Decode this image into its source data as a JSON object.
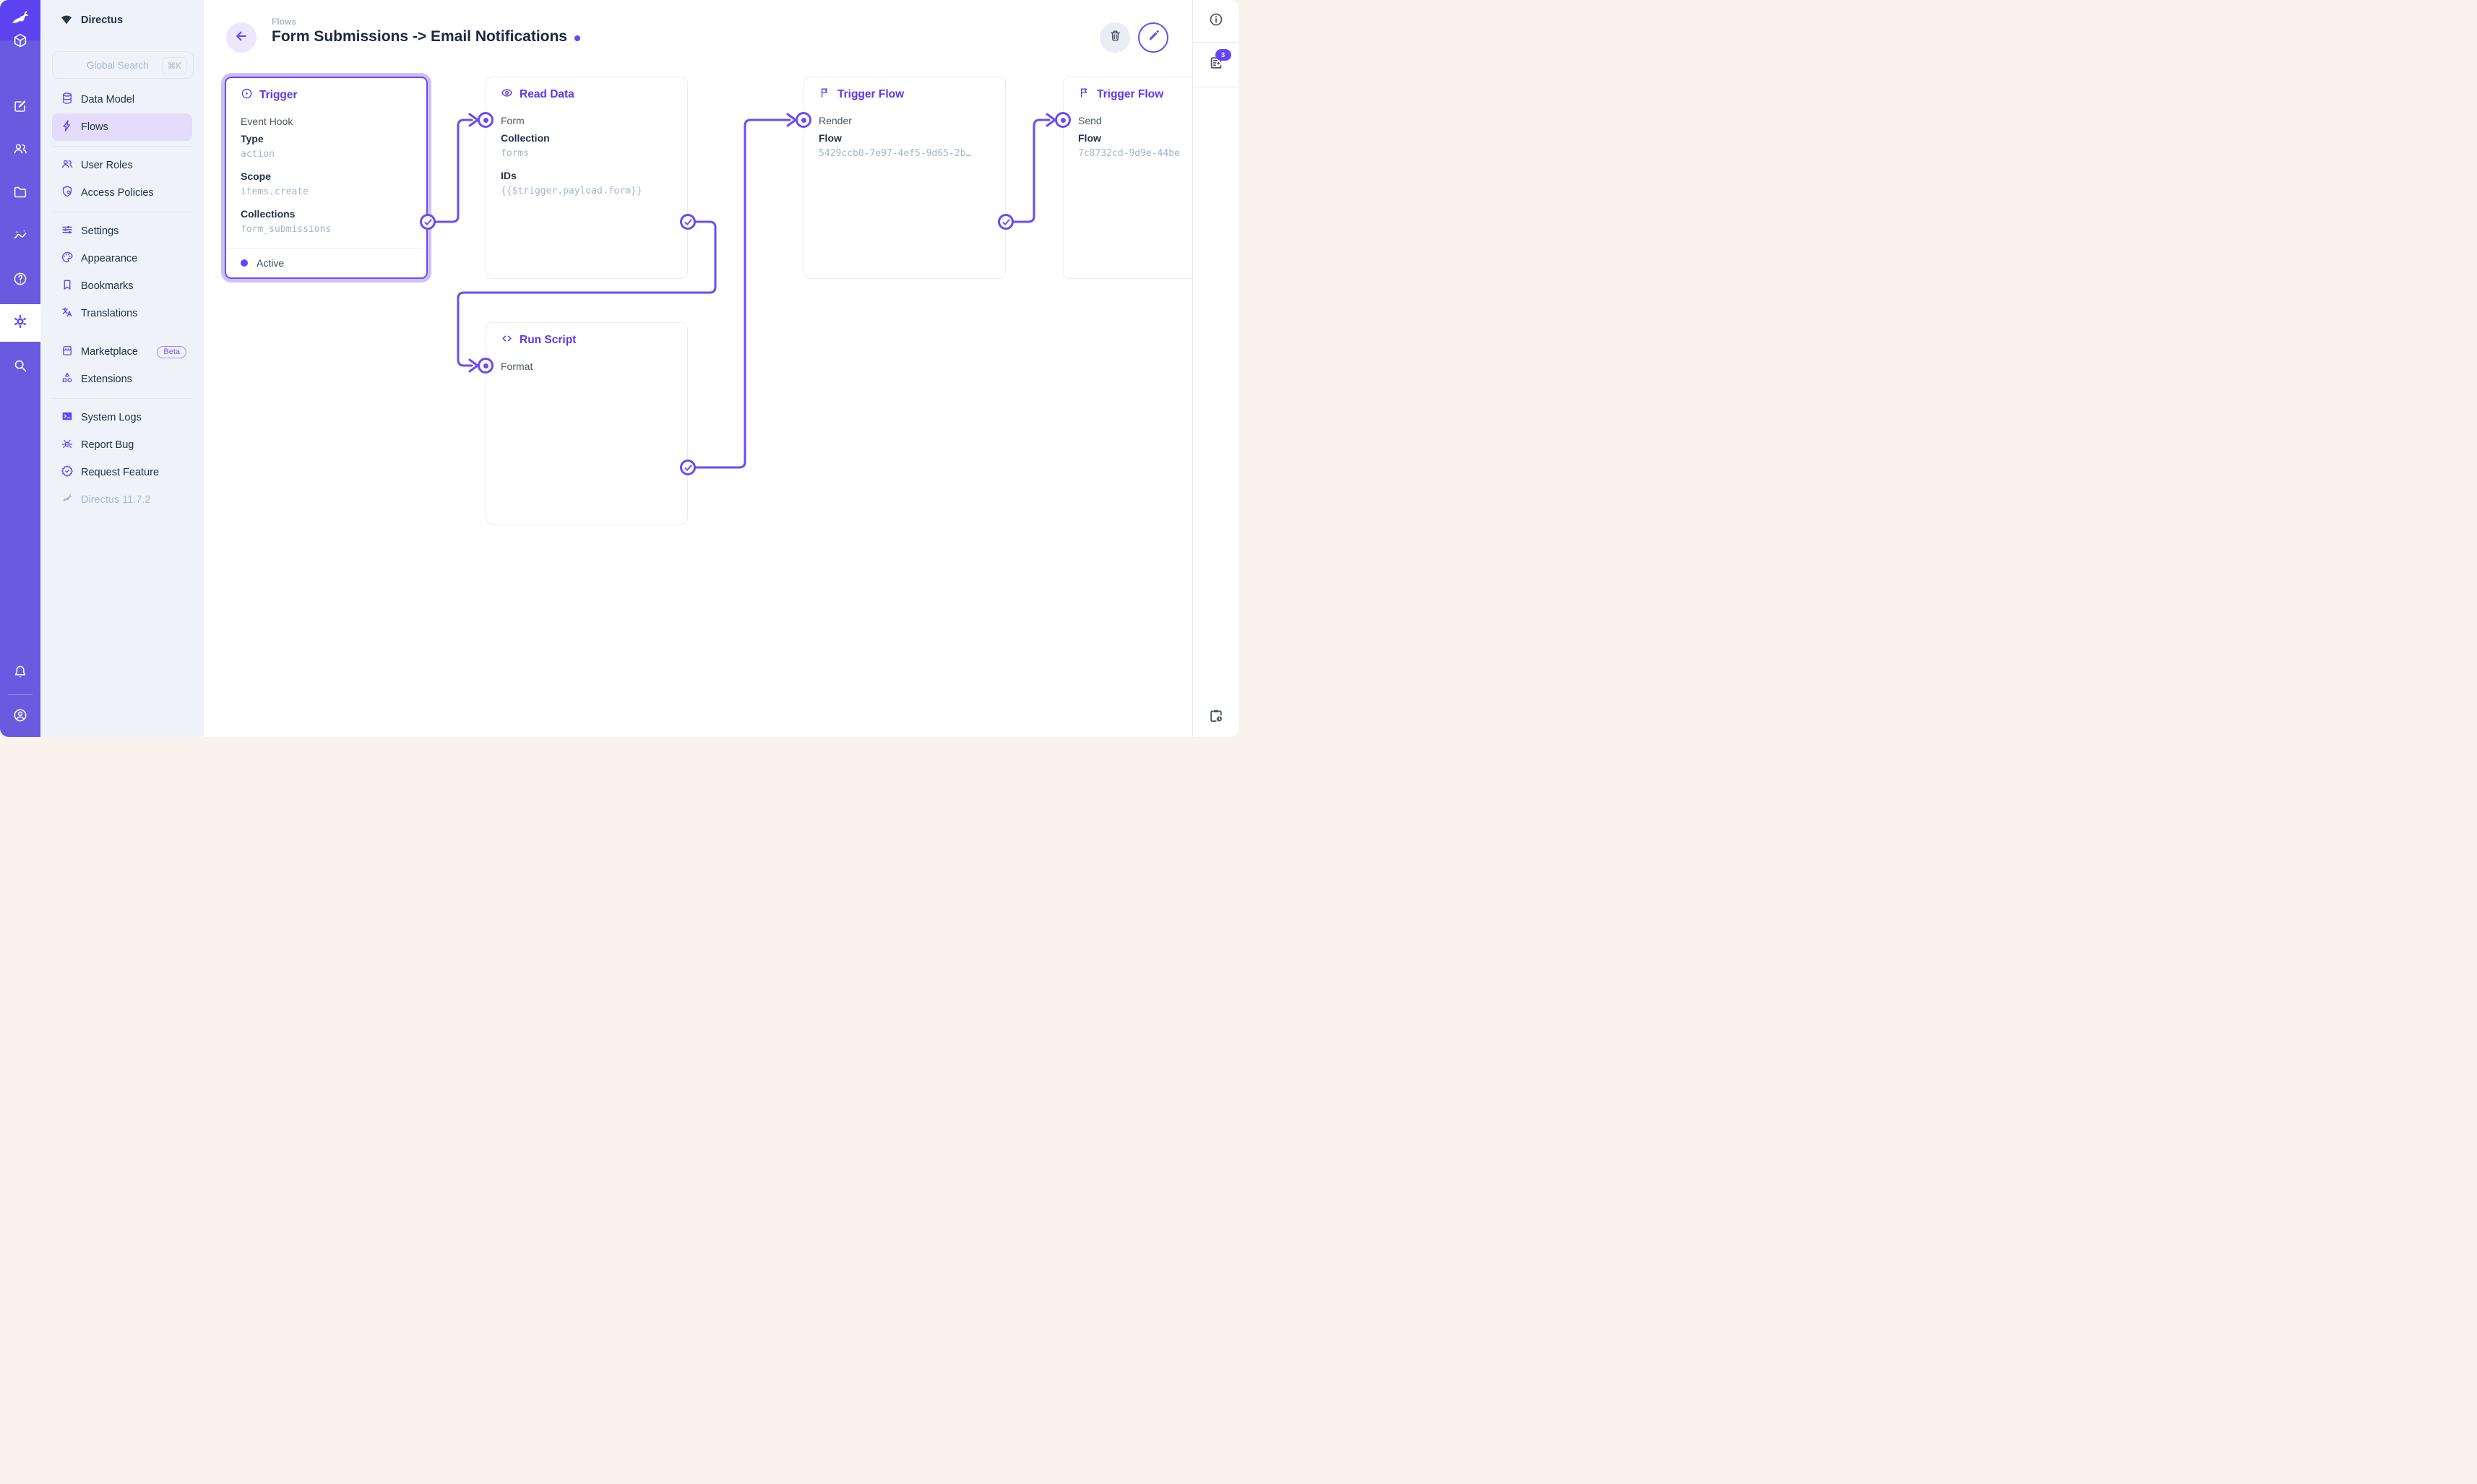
{
  "colors": {
    "accent": "#6644ff",
    "module_bar": "#6a5ae0",
    "logo_bg": "#5d43f0",
    "selection": "#6c4bf5",
    "sidebar_bg": "#eff3f9",
    "active_pill": "#e4dcfb",
    "page_bg": "#f8f3ec"
  },
  "module_bar": {
    "modules": [
      "directus-rabbit-logo",
      "content-cube",
      "editor-compose",
      "users",
      "files-folder",
      "insights",
      "help",
      "settings-gear-active",
      "search"
    ],
    "bottom": [
      "notifications-bell",
      "account-circle"
    ]
  },
  "sidebar": {
    "project_name": "Directus",
    "search": {
      "placeholder": "Global Search",
      "shortcut": "⌘K"
    },
    "items": [
      {
        "label": "Data Model",
        "icon": "database"
      },
      {
        "label": "Flows",
        "icon": "bolt",
        "active": true
      },
      {
        "label": "User Roles",
        "icon": "people"
      },
      {
        "label": "Access Policies",
        "icon": "shield-person"
      },
      {
        "label": "Settings",
        "icon": "tune"
      },
      {
        "label": "Appearance",
        "icon": "palette"
      },
      {
        "label": "Bookmarks",
        "icon": "bookmark"
      },
      {
        "label": "Translations",
        "icon": "translate"
      },
      {
        "label": "Marketplace",
        "icon": "storefront",
        "badge": "Beta"
      },
      {
        "label": "Extensions",
        "icon": "shapes"
      },
      {
        "label": "System Logs",
        "icon": "terminal"
      },
      {
        "label": "Report Bug",
        "icon": "bug"
      },
      {
        "label": "Request Feature",
        "icon": "seal-check"
      }
    ],
    "version": "Directus 11.7.2"
  },
  "header": {
    "breadcrumb": "Flows",
    "title": "Form Submissions -> Email Notifications"
  },
  "flow": {
    "cards": [
      {
        "title": "Trigger",
        "icon": "bolt-circle",
        "subtitle": "Event Hook",
        "selected": true,
        "fields": [
          {
            "label": "Type",
            "value": "action"
          },
          {
            "label": "Scope",
            "value": "items.create"
          },
          {
            "label": "Collections",
            "value": "form_submissions"
          }
        ],
        "status": "Active"
      },
      {
        "title": "Read Data",
        "icon": "eye",
        "input": "Form",
        "fields": [
          {
            "label": "Collection",
            "value": "forms"
          },
          {
            "label": "IDs",
            "value": "{{$trigger.payload.form}}"
          }
        ]
      },
      {
        "title": "Run Script",
        "icon": "code",
        "input": "Format",
        "fields": []
      },
      {
        "title": "Trigger Flow",
        "icon": "flag",
        "input": "Render",
        "fields": [
          {
            "label": "Flow",
            "value": "5429ccb0-7e97-4ef5-9d65-2b…"
          }
        ]
      },
      {
        "title": "Trigger Flow",
        "icon": "flag",
        "input": "Send",
        "fields": [
          {
            "label": "Flow",
            "value": "7c8732cd-9d9e-44be"
          }
        ]
      }
    ]
  },
  "right_sidebar": {
    "notifications_count": "3",
    "icons": [
      "info",
      "activity-log",
      "clipboard-clock"
    ]
  }
}
